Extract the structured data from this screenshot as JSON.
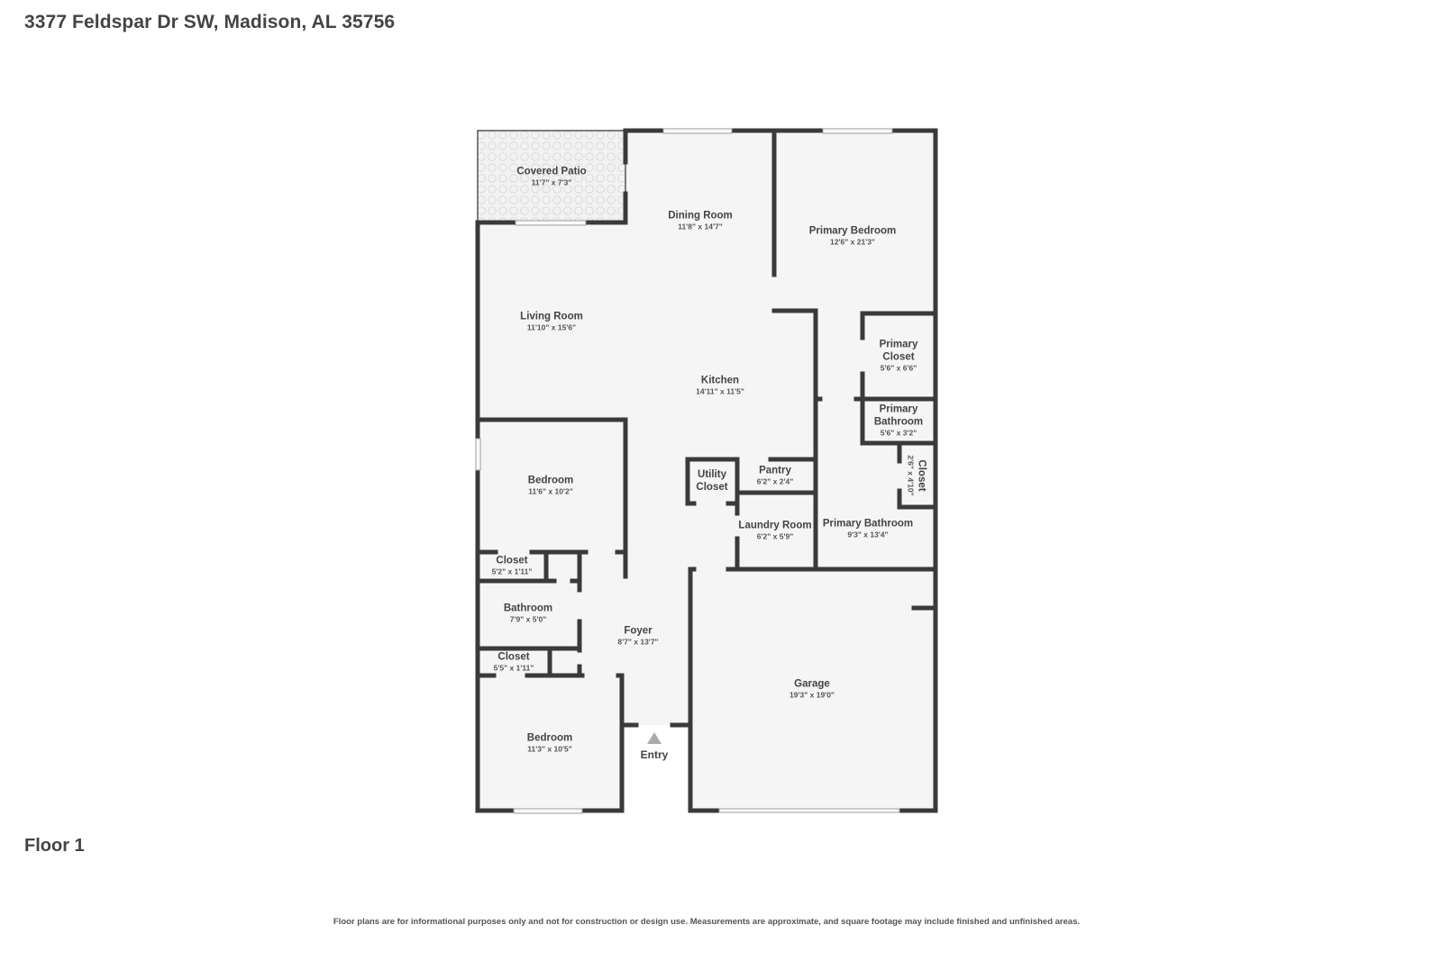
{
  "header": {
    "address": "3377 Feldspar Dr SW, Madison, AL 35756"
  },
  "floor_label": "Floor 1",
  "disclaimer": "Floor plans are for informational purposes only and not for construction or design use. Measurements are approximate, and square footage may include finished and unfinished areas.",
  "colors": {
    "wall": "#3a3a3a",
    "floor": "#f5f5f5",
    "patio_pattern": "#dcdcdc",
    "window": "#ffffff",
    "text": "#444444"
  },
  "rooms": {
    "covered_patio": {
      "name": "Covered Patio",
      "dim": "11'7\" x 7'3\""
    },
    "dining_room": {
      "name": "Dining Room",
      "dim": "11'8\" x 14'7\""
    },
    "primary_bedroom": {
      "name": "Primary Bedroom",
      "dim": "12'6\" x 21'3\""
    },
    "living_room": {
      "name": "Living Room",
      "dim": "11'10\" x 15'6\""
    },
    "kitchen": {
      "name": "Kitchen",
      "dim": "14'11\" x 11'5\""
    },
    "primary_closet": {
      "name": "Primary Closet",
      "name_line1": "Primary",
      "name_line2": "Closet",
      "dim": "5'6\" x 6'6\""
    },
    "primary_bathroom_small": {
      "name_line1": "Primary",
      "name_line2": "Bathroom",
      "dim": "5'6\" x 3'2\""
    },
    "closet_rotated": {
      "name": "Closet",
      "dim": "2'6\" x 4'10\""
    },
    "bedroom_1": {
      "name": "Bedroom",
      "dim": "11'6\" x 10'2\""
    },
    "utility_closet": {
      "name_line1": "Utility",
      "name_line2": "Closet"
    },
    "pantry": {
      "name": "Pantry",
      "dim": "6'2\" x 2'4\""
    },
    "laundry_room": {
      "name": "Laundry Room",
      "dim": "6'2\" x 5'9\""
    },
    "primary_bathroom": {
      "name": "Primary Bathroom",
      "dim": "9'3\" x 13'4\""
    },
    "closet_1": {
      "name": "Closet",
      "dim": "5'2\" x 1'11\""
    },
    "bathroom": {
      "name": "Bathroom",
      "dim": "7'9\" x 5'0\""
    },
    "foyer": {
      "name": "Foyer",
      "dim": "8'7\" x 13'7\""
    },
    "closet_2": {
      "name": "Closet",
      "dim": "5'5\" x 1'11\""
    },
    "garage": {
      "name": "Garage",
      "dim": "19'3\" x 19'0\""
    },
    "bedroom_2": {
      "name": "Bedroom",
      "dim": "11'3\" x 10'5\""
    }
  },
  "entry": {
    "label": "Entry",
    "icon": "triangle-up-icon"
  }
}
